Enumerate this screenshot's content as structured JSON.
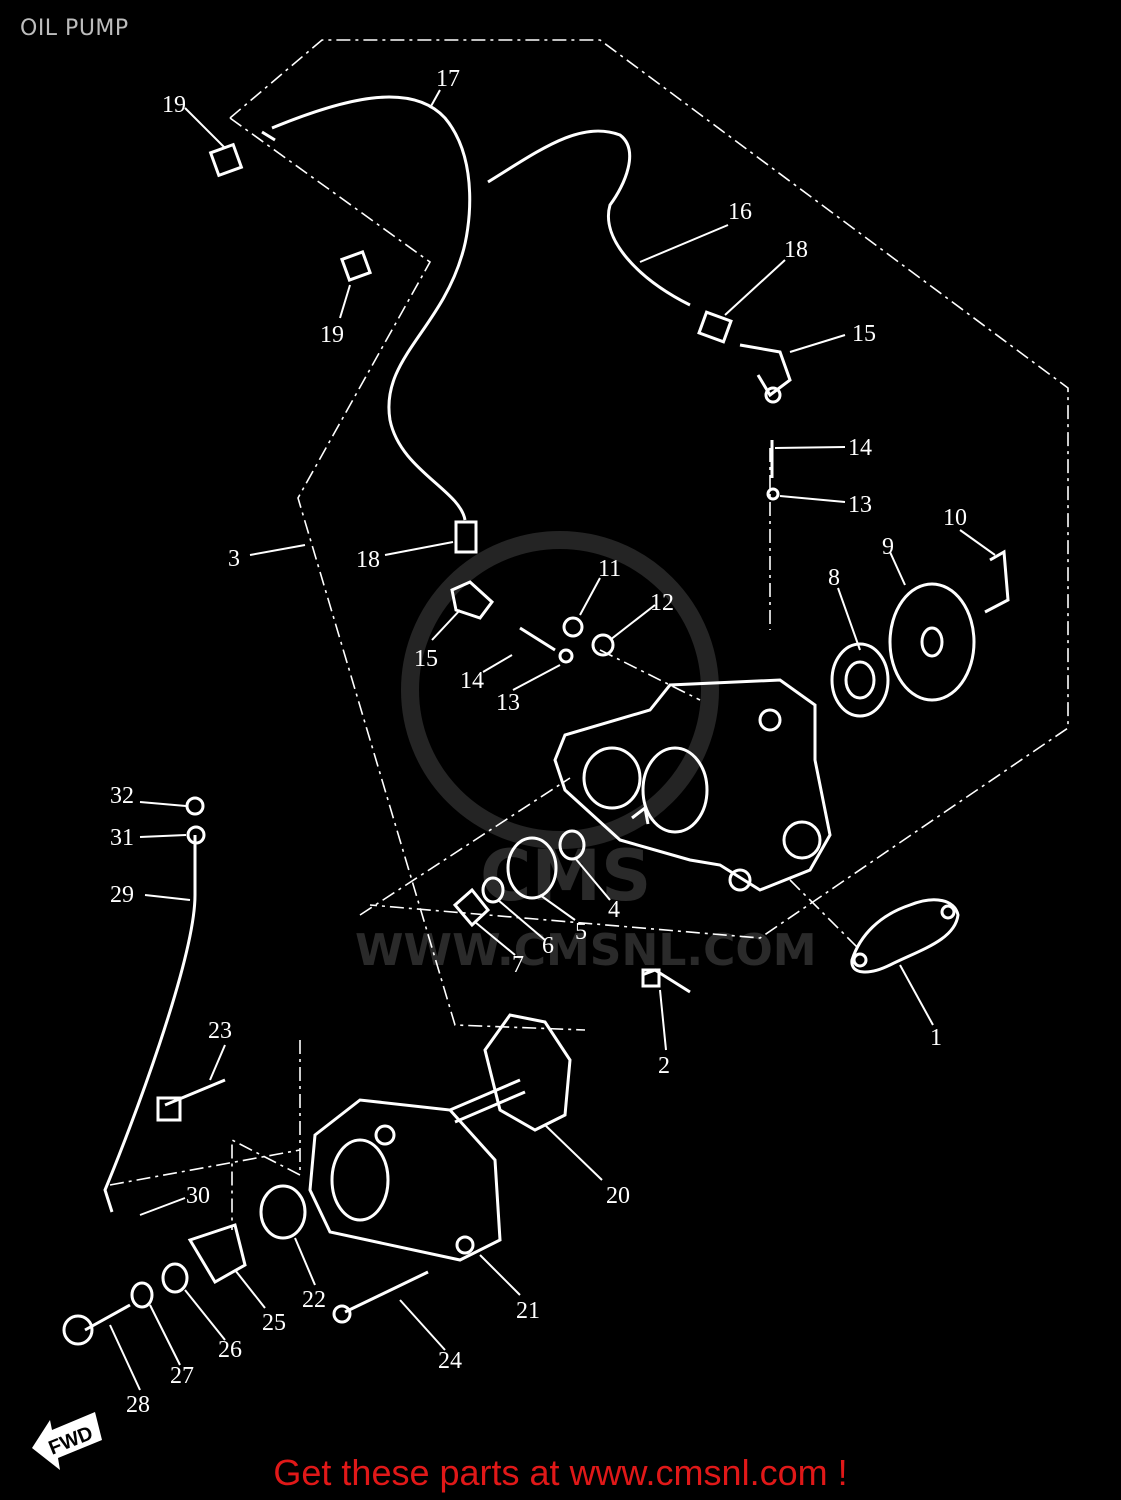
{
  "title": "OIL PUMP",
  "promo": "Get these parts at www.cmsnl.com !",
  "watermark": {
    "logo": "CMS",
    "url": "WWW.CMSNL.COM"
  },
  "fwd_label": "FWD",
  "callouts": [
    {
      "id": "p1",
      "label": "1"
    },
    {
      "id": "p2",
      "label": "2"
    },
    {
      "id": "p3",
      "label": "3"
    },
    {
      "id": "p4",
      "label": "4"
    },
    {
      "id": "p5",
      "label": "5"
    },
    {
      "id": "p6",
      "label": "6"
    },
    {
      "id": "p7",
      "label": "7"
    },
    {
      "id": "p8",
      "label": "8"
    },
    {
      "id": "p9",
      "label": "9"
    },
    {
      "id": "p10",
      "label": "10"
    },
    {
      "id": "p11",
      "label": "11"
    },
    {
      "id": "p12",
      "label": "12"
    },
    {
      "id": "p13a",
      "label": "13"
    },
    {
      "id": "p13b",
      "label": "13"
    },
    {
      "id": "p14a",
      "label": "14"
    },
    {
      "id": "p14b",
      "label": "14"
    },
    {
      "id": "p15a",
      "label": "15"
    },
    {
      "id": "p15b",
      "label": "15"
    },
    {
      "id": "p16",
      "label": "16"
    },
    {
      "id": "p17",
      "label": "17"
    },
    {
      "id": "p18a",
      "label": "18"
    },
    {
      "id": "p18b",
      "label": "18"
    },
    {
      "id": "p19a",
      "label": "19"
    },
    {
      "id": "p19b",
      "label": "19"
    },
    {
      "id": "p20",
      "label": "20"
    },
    {
      "id": "p21",
      "label": "21"
    },
    {
      "id": "p22",
      "label": "22"
    },
    {
      "id": "p23",
      "label": "23"
    },
    {
      "id": "p24",
      "label": "24"
    },
    {
      "id": "p25",
      "label": "25"
    },
    {
      "id": "p26",
      "label": "26"
    },
    {
      "id": "p27",
      "label": "27"
    },
    {
      "id": "p28",
      "label": "28"
    },
    {
      "id": "p29",
      "label": "29"
    },
    {
      "id": "p30",
      "label": "30"
    },
    {
      "id": "p31",
      "label": "31"
    },
    {
      "id": "p32",
      "label": "32"
    }
  ]
}
